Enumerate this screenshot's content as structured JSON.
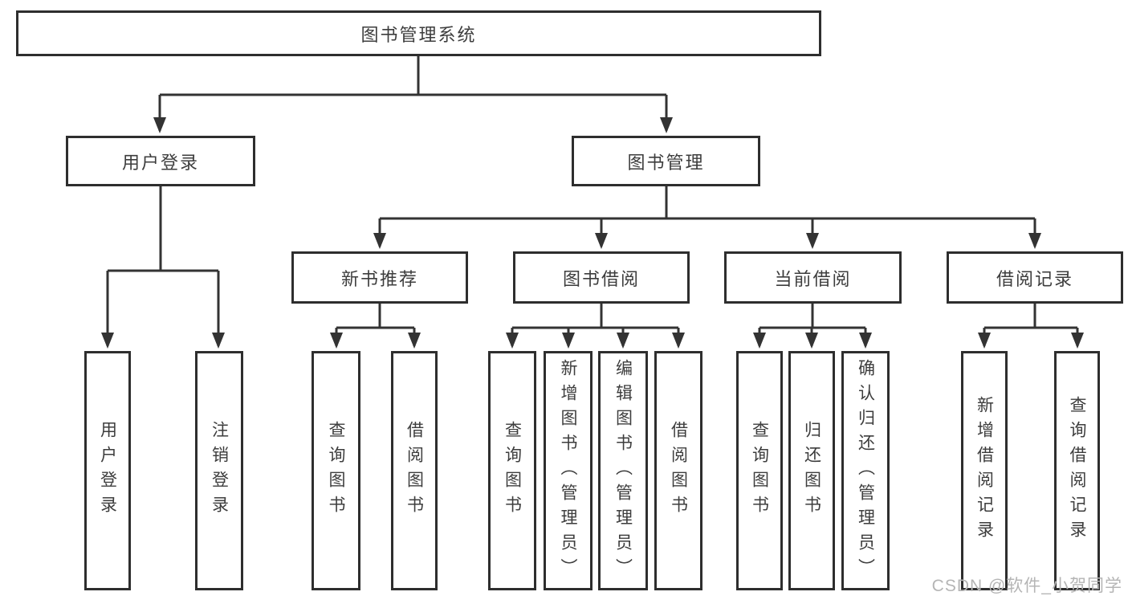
{
  "root": {
    "label": "图书管理系统",
    "children": [
      {
        "label": "用户登录",
        "children": [
          {
            "label": "用户登录"
          },
          {
            "label": "注销登录"
          }
        ]
      },
      {
        "label": "图书管理",
        "children": [
          {
            "label": "新书推荐",
            "children": [
              {
                "label": "查询图书"
              },
              {
                "label": "借阅图书"
              }
            ]
          },
          {
            "label": "图书借阅",
            "children": [
              {
                "label": "查询图书"
              },
              {
                "label": "新增图书（管理员）"
              },
              {
                "label": "编辑图书（管理员）"
              },
              {
                "label": "借阅图书"
              }
            ]
          },
          {
            "label": "当前借阅",
            "children": [
              {
                "label": "查询图书"
              },
              {
                "label": "归还图书"
              },
              {
                "label": "确认归还（管理员）"
              }
            ]
          },
          {
            "label": "借阅记录",
            "children": [
              {
                "label": "新增借阅记录"
              },
              {
                "label": "查询借阅记录"
              }
            ]
          }
        ]
      }
    ]
  },
  "watermark": "CSDN @软件_小贺同学",
  "colors": {
    "line": "#333333",
    "border": "#2e2e2e",
    "text": "#3d3d3d",
    "watermark": "#b5b5b5",
    "background": "#ffffff"
  }
}
